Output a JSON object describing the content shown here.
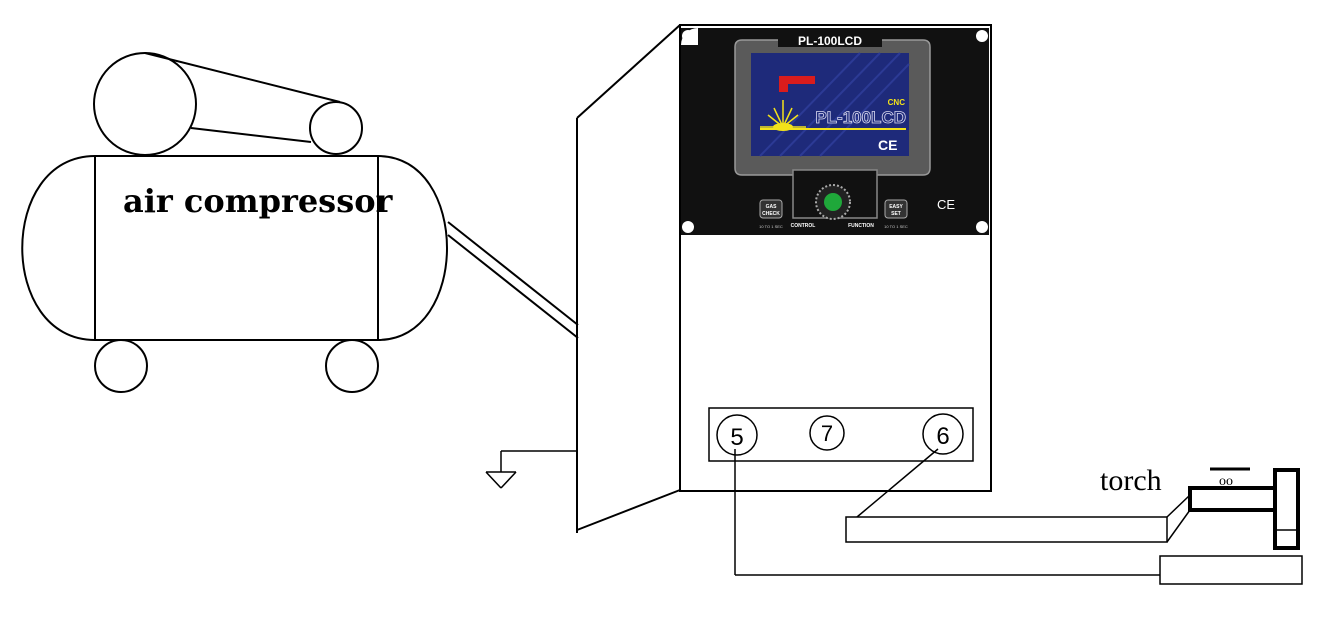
{
  "compressor": {
    "label": "air compressor"
  },
  "controller": {
    "model_badge": "PL-100LCD",
    "screen": {
      "small_text": "CNC",
      "model_text": "PL-100LCD",
      "mark": "CE"
    },
    "buttons": {
      "left_top": "GAS",
      "left_bottom": "CHECK",
      "left_sub": "10 TO 1 SEC",
      "right_top": "EASY",
      "right_bottom": "SET",
      "right_sub": "10 TO 1 SEC"
    },
    "knob_labels": {
      "control": "CONTROL",
      "function": "FUNCTION"
    },
    "panel_mark": "CE",
    "colors": {
      "panel": "#111111",
      "screen": "#1e2a7a",
      "knob_led": "#1fa83a",
      "accent": "#e8d21a"
    }
  },
  "terminals": {
    "t5": "5",
    "t7": "7",
    "t6": "6"
  },
  "torch": {
    "label": "torch",
    "mark": "oo"
  }
}
